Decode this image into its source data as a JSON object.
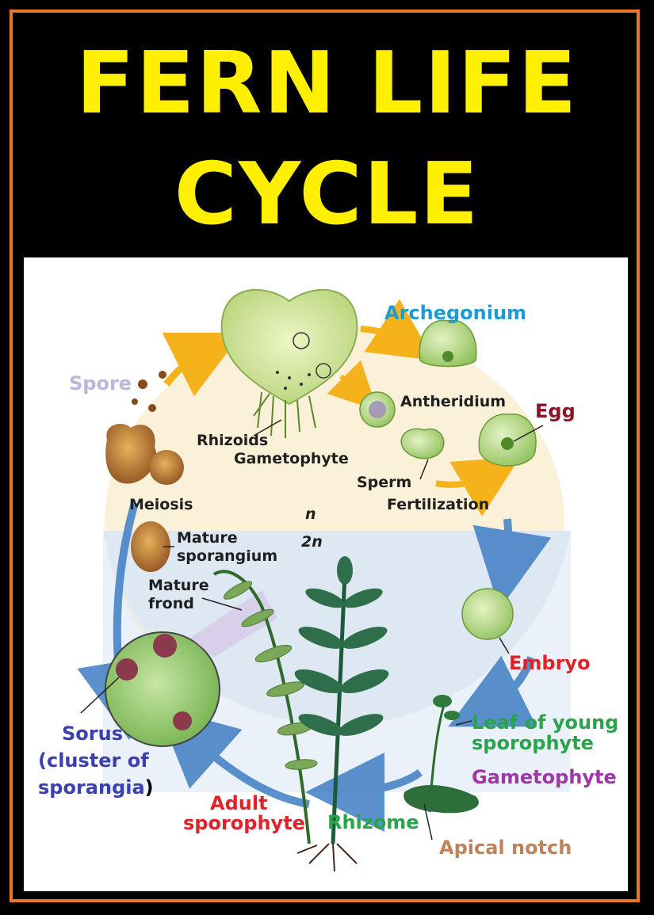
{
  "title": {
    "line1": "FERN LIFE",
    "line2": "CYCLE"
  },
  "ploidy": {
    "haploid": "n",
    "diploid": "2n"
  },
  "labels": {
    "archegonium": "Archegonium",
    "spore": "Spore",
    "antheridium": "Antheridium",
    "egg": "Egg",
    "rhizoids": "Rhizoids",
    "gametophyte_top": "Gametophyte",
    "sperm": "Sperm",
    "meiosis": "Meiosis",
    "fertilization": "Fertilization",
    "mature_sporangium_1": "Mature",
    "mature_sporangium_2": "sporangium",
    "mature_frond_1": "Mature",
    "mature_frond_2": "frond",
    "embryo": "Embryo",
    "sorus_1": "Sorus",
    "sorus_2": "(cluster of",
    "sorus_3": "sporangia",
    "sorus_paren": ")",
    "leaf_young_1": "Leaf of young",
    "leaf_young_2": "sporophyte",
    "gametophyte_bottom": "Gametophyte",
    "adult_sporophyte_1": "Adult",
    "adult_sporophyte_2": "sporophyte",
    "rhizome": "Rhizome",
    "apical_notch": "Apical notch"
  },
  "colors": {
    "title": "#ffef00",
    "frame": "#e8762b",
    "archegonium": "#1e9ad6",
    "spore": "#b9b6dd",
    "egg": "#8a1525",
    "embryo": "#e0232a",
    "sorus": "#3b3fb0",
    "leaf_young": "#2aa44a",
    "gametophyte_bottom": "#9b3aa6",
    "adult_sporophyte": "#e0232a",
    "rhizome": "#2aa44a",
    "apical_notch": "#c0825a",
    "haploid_bg": "#fbf1d9",
    "diploid_bg": "#dde8f3"
  }
}
